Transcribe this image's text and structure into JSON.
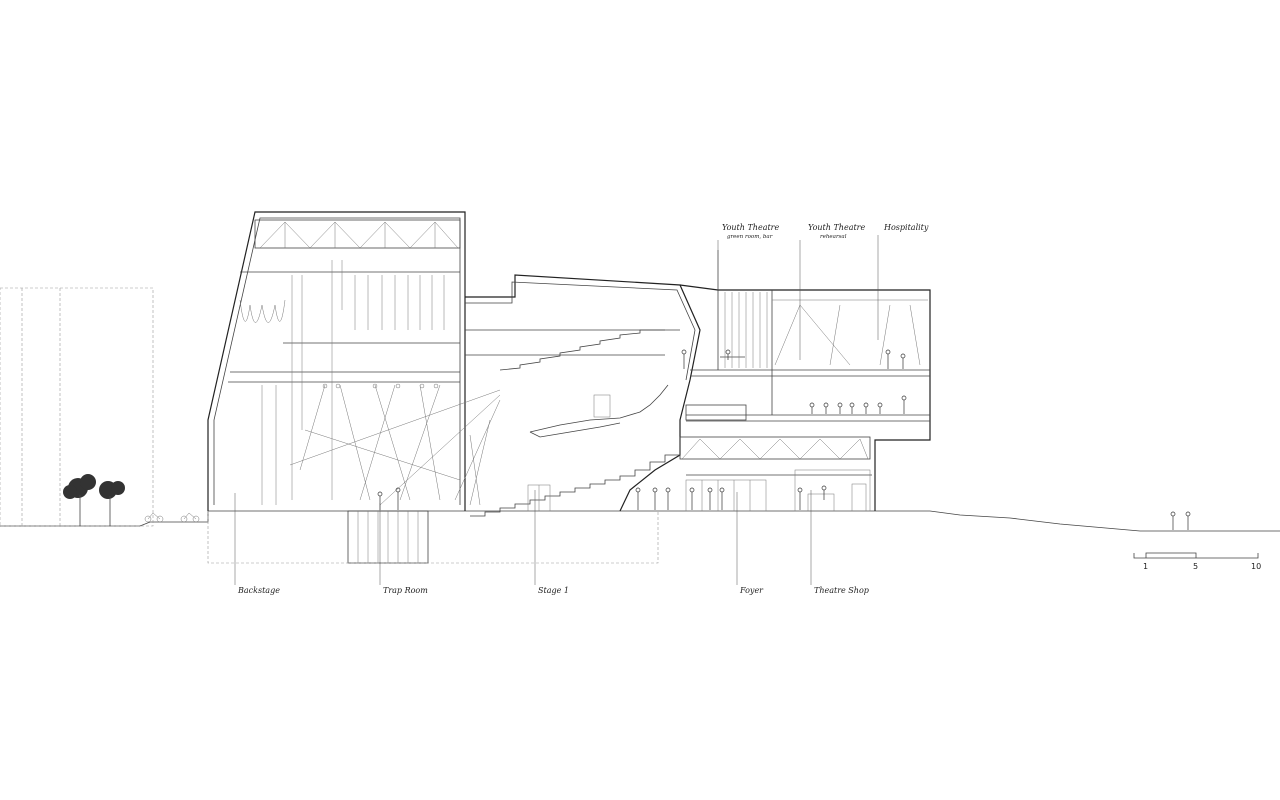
{
  "drawing": {
    "type": "architectural-section",
    "line_color": "#444444",
    "background": "#ffffff"
  },
  "labels": {
    "backstage": "Backstage",
    "trap_room": "Trap Room",
    "stage_1": "Stage 1",
    "foyer": "Foyer",
    "theatre_shop": "Theatre Shop",
    "youth_theatre_green": "Youth Theatre",
    "youth_theatre_green_sub": "green room, bar",
    "youth_theatre_rehearsal": "Youth Theatre",
    "youth_theatre_rehearsal_sub": "rehearsal",
    "hospitality": "Hospitality"
  },
  "scale_bar": {
    "ticks": [
      "1",
      "5",
      "10"
    ]
  }
}
